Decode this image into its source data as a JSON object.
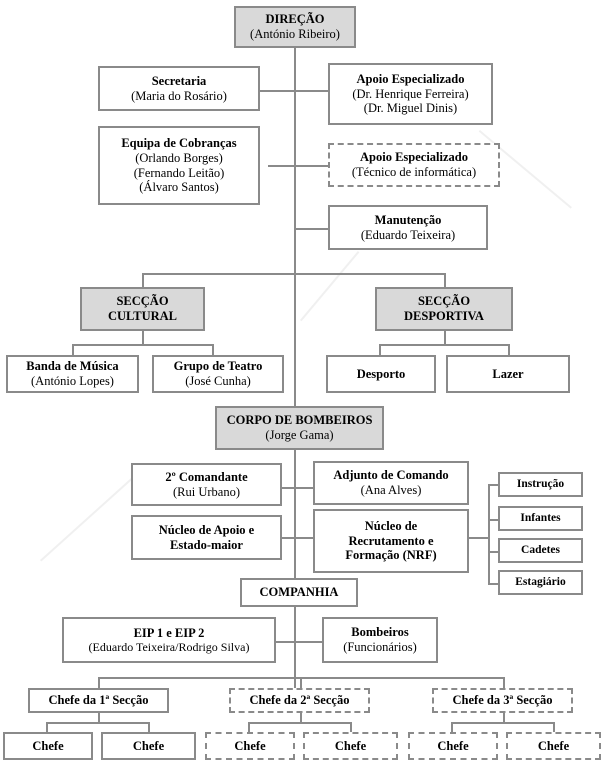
{
  "document": {
    "title": "Organograma",
    "language": "pt-PT",
    "colors": {
      "box_border": "#8a8a8a",
      "box_fill_white": "#ffffff",
      "box_fill_shaded": "#d9d9d9",
      "text": "#000000",
      "connector": "#8a8a8a"
    }
  },
  "nodes": {
    "direcao": {
      "title": "DIREÇÃO",
      "subtitle": "(António Ribeiro)"
    },
    "secretaria": {
      "title": "Secretaria",
      "subtitle": "(Maria do Rosário)"
    },
    "apoio_especializado_1": {
      "title": "Apoio Especializado",
      "subtitle": "(Dr. Henrique Ferreira)",
      "subtitle2": "(Dr. Miguel Dinis)"
    },
    "equipa_cobrancas": {
      "title": "Equipa de Cobranças",
      "subtitle": "(Orlando Borges)",
      "subtitle2": "(Fernando Leitão)",
      "subtitle3": "(Álvaro Santos)"
    },
    "apoio_especializado_2": {
      "title": "Apoio Especializado",
      "subtitle": "(Técnico de informática)"
    },
    "manutencao": {
      "title": "Manutenção",
      "subtitle": "(Eduardo Teixeira)"
    },
    "seccao_cultural": {
      "title": "SECÇÃO",
      "subtitle": "CULTURAL"
    },
    "seccao_desportiva": {
      "title": "SECÇÃO",
      "subtitle": "DESPORTIVA"
    },
    "banda_musica": {
      "title": "Banda de Música",
      "subtitle": "(António Lopes)"
    },
    "grupo_teatro": {
      "title": "Grupo de Teatro",
      "subtitle": "(José Cunha)"
    },
    "desporto": {
      "title": "Desporto"
    },
    "lazer": {
      "title": "Lazer"
    },
    "corpo_bombeiros": {
      "title": "CORPO DE BOMBEIROS",
      "subtitle": "(Jorge Gama)"
    },
    "segundo_comandante": {
      "title": "2º Comandante",
      "subtitle": "(Rui Urbano)"
    },
    "adjunto_comando": {
      "title": "Adjunto de Comando",
      "subtitle": "(Ana Alves)"
    },
    "nucleo_apoio": {
      "title": "Núcleo de Apoio e",
      "subtitle": "Estado-maior"
    },
    "nucleo_recrutamento": {
      "title": "Núcleo de",
      "subtitle": "Recrutamento e",
      "subtitle2": "Formação (NRF)"
    },
    "instrucao": {
      "title": "Instrução"
    },
    "infantes": {
      "title": "Infantes"
    },
    "cadetes": {
      "title": "Cadetes"
    },
    "estagiario": {
      "title": "Estagiário"
    },
    "companhia": {
      "title": "COMPANHIA"
    },
    "eip": {
      "title": "EIP 1 e EIP 2",
      "subtitle": "(Eduardo Teixeira/Rodrigo Silva)"
    },
    "bombeiros": {
      "title": "Bombeiros",
      "subtitle": "(Funcionários)"
    },
    "chefe_seccao_1": {
      "title": "Chefe da 1ª Secção"
    },
    "chefe_seccao_2": {
      "title": "Chefe da 2ª Secção"
    },
    "chefe_seccao_3": {
      "title": "Chefe da 3ª Secção"
    },
    "chefe_1a": {
      "title": "Chefe"
    },
    "chefe_1b": {
      "title": "Chefe"
    },
    "chefe_2a": {
      "title": "Chefe"
    },
    "chefe_2b": {
      "title": "Chefe"
    },
    "chefe_3a": {
      "title": "Chefe"
    },
    "chefe_3b": {
      "title": "Chefe"
    }
  },
  "chart_data": {
    "type": "diagram",
    "title": "Organograma",
    "root": "direcao",
    "hierarchy": [
      {
        "id": "direcao",
        "label": "DIREÇÃO (António Ribeiro)",
        "style": "shaded",
        "children": [
          {
            "id": "secretaria",
            "label": "Secretaria (Maria do Rosário)",
            "style": "solid"
          },
          {
            "id": "apoio_especializado_1",
            "label": "Apoio Especializado (Dr. Henrique Ferreira) (Dr. Miguel Dinis)",
            "style": "solid"
          },
          {
            "id": "equipa_cobrancas",
            "label": "Equipa de Cobranças (Orlando Borges) (Fernando Leitão) (Álvaro Santos)",
            "style": "solid"
          },
          {
            "id": "apoio_especializado_2",
            "label": "Apoio Especializado (Técnico de informática)",
            "style": "dashed"
          },
          {
            "id": "manutencao",
            "label": "Manutenção (Eduardo Teixeira)",
            "style": "solid"
          },
          {
            "id": "seccao_cultural",
            "label": "SECÇÃO CULTURAL",
            "style": "shaded",
            "children": [
              {
                "id": "banda_musica",
                "label": "Banda de Música (António Lopes)",
                "style": "solid"
              },
              {
                "id": "grupo_teatro",
                "label": "Grupo de Teatro (José Cunha)",
                "style": "solid"
              }
            ]
          },
          {
            "id": "seccao_desportiva",
            "label": "SECÇÃO DESPORTIVA",
            "style": "shaded",
            "children": [
              {
                "id": "desporto",
                "label": "Desporto",
                "style": "solid"
              },
              {
                "id": "lazer",
                "label": "Lazer",
                "style": "solid"
              }
            ]
          },
          {
            "id": "corpo_bombeiros",
            "label": "CORPO DE BOMBEIROS (Jorge Gama)",
            "style": "shaded",
            "children": [
              {
                "id": "segundo_comandante",
                "label": "2º Comandante (Rui Urbano)",
                "style": "solid"
              },
              {
                "id": "adjunto_comando",
                "label": "Adjunto de Comando (Ana Alves)",
                "style": "solid"
              },
              {
                "id": "nucleo_apoio",
                "label": "Núcleo de Apoio e Estado-maior",
                "style": "solid"
              },
              {
                "id": "nucleo_recrutamento",
                "label": "Núcleo de Recrutamento e Formação (NRF)",
                "style": "solid",
                "children": [
                  {
                    "id": "instrucao",
                    "label": "Instrução",
                    "style": "solid"
                  },
                  {
                    "id": "infantes",
                    "label": "Infantes",
                    "style": "solid"
                  },
                  {
                    "id": "cadetes",
                    "label": "Cadetes",
                    "style": "solid"
                  },
                  {
                    "id": "estagiario",
                    "label": "Estagiário",
                    "style": "solid"
                  }
                ]
              },
              {
                "id": "companhia",
                "label": "COMPANHIA",
                "style": "solid",
                "children": [
                  {
                    "id": "eip",
                    "label": "EIP 1 e EIP 2 (Eduardo Teixeira/Rodrigo Silva)",
                    "style": "solid"
                  },
                  {
                    "id": "bombeiros",
                    "label": "Bombeiros (Funcionários)",
                    "style": "solid"
                  },
                  {
                    "id": "chefe_seccao_1",
                    "label": "Chefe da 1ª Secção",
                    "style": "solid",
                    "children": [
                      {
                        "id": "chefe_1a",
                        "label": "Chefe",
                        "style": "solid"
                      },
                      {
                        "id": "chefe_1b",
                        "label": "Chefe",
                        "style": "solid"
                      }
                    ]
                  },
                  {
                    "id": "chefe_seccao_2",
                    "label": "Chefe da 2ª Secção",
                    "style": "dashed",
                    "children": [
                      {
                        "id": "chefe_2a",
                        "label": "Chefe",
                        "style": "dashed"
                      },
                      {
                        "id": "chefe_2b",
                        "label": "Chefe",
                        "style": "dashed"
                      }
                    ]
                  },
                  {
                    "id": "chefe_seccao_3",
                    "label": "Chefe da 3ª Secção",
                    "style": "dashed",
                    "children": [
                      {
                        "id": "chefe_3a",
                        "label": "Chefe",
                        "style": "dashed"
                      },
                      {
                        "id": "chefe_3b",
                        "label": "Chefe",
                        "style": "dashed"
                      }
                    ]
                  }
                ]
              }
            ]
          }
        ]
      }
    ]
  }
}
